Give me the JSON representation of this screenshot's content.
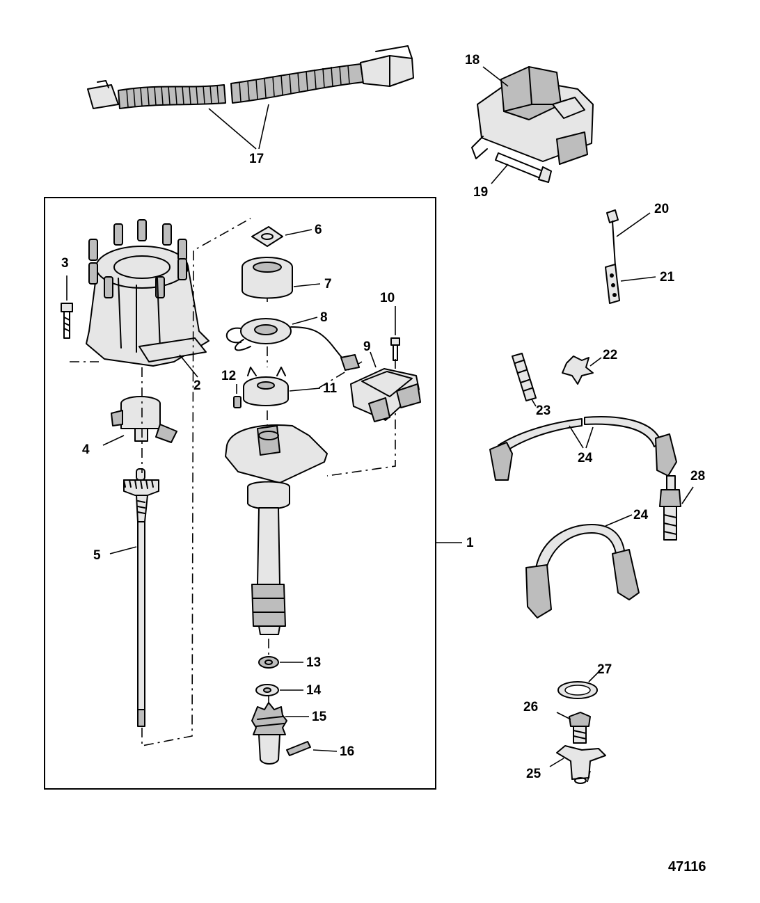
{
  "figure_number": "47116",
  "callouts": {
    "c1": "1",
    "c2": "2",
    "c3": "3",
    "c4": "4",
    "c5": "5",
    "c6": "6",
    "c7": "7",
    "c8": "8",
    "c9": "9",
    "c10": "10",
    "c11": "11",
    "c12": "12",
    "c13": "13",
    "c14": "14",
    "c15": "15",
    "c16": "16",
    "c17": "17",
    "c18": "18",
    "c19": "19",
    "c20": "20",
    "c21": "21",
    "c22": "22",
    "c23": "23",
    "c24a": "24",
    "c24b": "24",
    "c25": "25",
    "c26": "26",
    "c27": "27",
    "c28": "28"
  }
}
